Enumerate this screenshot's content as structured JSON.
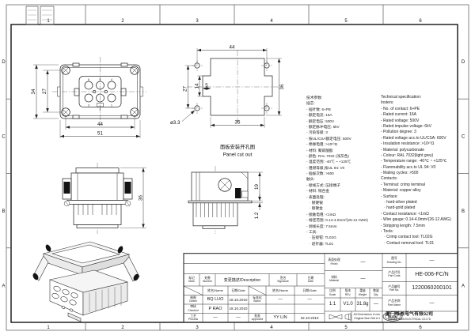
{
  "colors": {
    "line": "#2b2b2b",
    "paper": "#ffffff",
    "part_fill": "#f0f0f0",
    "black_part": "#141414"
  },
  "frame": {
    "columns": [
      "1",
      "2",
      "3",
      "4",
      "5",
      "6"
    ],
    "rows": [
      "D",
      "C",
      "B",
      "A"
    ]
  },
  "drawing": {
    "face": {
      "h_outer": "34",
      "h_inner": "27",
      "w_inner": "44",
      "w_outer": "51",
      "contacts_top": [
        "6",
        "5",
        "4"
      ],
      "contacts_bottom": [
        "3",
        "2",
        "1"
      ]
    },
    "cutout": {
      "w_top": "44",
      "h_holes": "27",
      "h_half": "14",
      "step": "5",
      "hole": "ø3.3",
      "w_bottom": "35",
      "h_right": "36",
      "caption_zh": "面板安装开孔图",
      "caption_en": "Panel cut out"
    },
    "front": {
      "h": "36"
    },
    "side": {
      "h_hood": "19",
      "t_flange": "1.2"
    }
  },
  "specs_zh": {
    "lines": [
      "技术参数:",
      "插芯:",
      "- 插针数: 6+PE",
      "- 额定电流: 16A",
      "- 额定电压: 500V",
      "- 额定脉冲电压: 6kV",
      "- 污染等级: 3",
      "- 按UL/CSA额定电压: 600V",
      "- 绝缘电阻: >10¹⁰Ω",
      "- 材料: 聚碳酸酯",
      "- 颜色: RAL 7032 (浅灰色)",
      "- 温度范围: -40℃ ~ +125℃",
      "- 阻燃等级,按UL 94: V0",
      "- 插拔次数: >500",
      "触头:",
      "- 接线方式: 压接端子",
      "- 材料: 铜合金",
      "- 表面处理:",
      "   · 镀硬银",
      "   · 镀硬金",
      "- 接触电阻: <1mΩ",
      "- 线径范围: 0.14-4.0mm²(26-12 AWG)",
      "- 剥线长度: 7.5mm",
      "- 工具:",
      "   · 压接钳: TL02G",
      "   · 退针器: TL01"
    ]
  },
  "specs_en": {
    "lines": [
      "Technical specification:",
      "Insters:",
      "- No. of contact: 6+PE",
      "- Rated current: 16A",
      "- Rated voltage: 500V",
      "- Rated impulse voltage: 6kV",
      "- Pollution degree: 3",
      "- Rated voltage acc.to UL/CSA: 600V",
      "- Insulation resistance: >10¹⁰Ω",
      "- Material: polycarbonate",
      "- Colour: RAL 7032(light grey)",
      "- Temperature range: -40℃ ~ +125℃",
      "- Flammability acc.to UL 94: V0",
      "- Mating cycles: >500",
      "Contacts:",
      "- Terminal: crimp terminal",
      "- Material: copper alloy",
      "- Surface:",
      "   · hard-silver plated",
      "   · hard-gold plated",
      "- Contact resistance: <1mΩ",
      "- Wire gauge: 0.14-4.0mm²(26-12 AWG)",
      "- Stripping length: 7.5mm",
      "- Tools:",
      "   · Crimp contact tool: TL02G",
      "   · Contact removal tool: TL01"
    ]
  },
  "title_block": {
    "revision": {
      "header": {
        "mark_zh": "标记",
        "mark_en": "Mark",
        "number_zh": "处数",
        "number_en": "Number",
        "desc": "变更描述/Description",
        "sig_zh": "签名",
        "sig_en": "Signature",
        "date_zh": "日期",
        "date_en": "Date"
      },
      "sub": {
        "name": "姓名/Name",
        "date": "日期/Date"
      },
      "rows": [
        {
          "label_zh": "制图",
          "label_en": "Drawn",
          "name": "BQ LUO",
          "date": "18.10.2010",
          "label2_zh": "标准化",
          "label2_en": "Stand.",
          "name2": "—",
          "date2": "—"
        },
        {
          "label_zh": "审核",
          "label_en": "Checked",
          "name": "P RAO",
          "date": "18.10.2010",
          "label2_zh": "",
          "label2_en": "",
          "name2": "",
          "date2": ""
        },
        {
          "label_zh": "工艺",
          "label_en": "Process",
          "name": "—",
          "date": "—",
          "label2_zh": "批准",
          "label2_en": "Approved",
          "name2": "YY LIN",
          "date2": "18.10.2010"
        }
      ]
    },
    "info": {
      "finish_zh": "表面处理",
      "finish_en": "Finish",
      "finish": "—",
      "material_zh": "材料",
      "material_en": "Material",
      "material": "—",
      "scale_zh": "比例",
      "scale_en": "Scale",
      "scale": "1:1",
      "rev_zh": "版本",
      "rev_en": "REV.",
      "rev": "V1.0",
      "weight_zh": "重量",
      "weight_en": "Weight",
      "weight": "31.8g",
      "qty_zh": "数量",
      "qty_en": "Qty.",
      "qty": "—",
      "drawing_no_zh": "图号",
      "drawing_no_en": "Drawing No.",
      "drawing_no": "—",
      "part_code_zh": "产品代号",
      "part_code_en": "Part Code",
      "part_code": "HE-006-FC/N",
      "part_no_zh": "产品编号",
      "part_no_en": "Part No.",
      "part_no": "1220060200101",
      "part_name_zh": "产品名称",
      "part_name_en": "Part Name",
      "part_name": "—",
      "note_1": "All Dimensions in mm",
      "note_2": "Original Size DIN A 4",
      "company_logo": "WAIN",
      "company_zh": "厦门唯恩电气有限公司",
      "company_en": "XIAMEN WAIN ELECTRICAL CO.LTD"
    }
  }
}
